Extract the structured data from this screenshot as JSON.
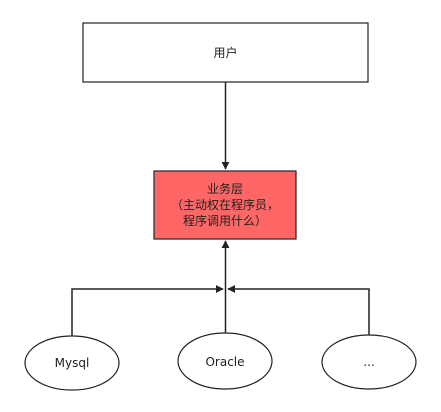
{
  "colors": {
    "stroke": "#222222",
    "service_fill": "#ff6666",
    "background": "#ffffff"
  },
  "nodes": {
    "user": {
      "label": "用户"
    },
    "service": {
      "line1": "业务层",
      "line2": "（主动权在程序员，",
      "line3": "程序调用什么）"
    },
    "mysql": {
      "label": "Mysql"
    },
    "oracle": {
      "label": "Oracle"
    },
    "other": {
      "label": "..."
    }
  }
}
